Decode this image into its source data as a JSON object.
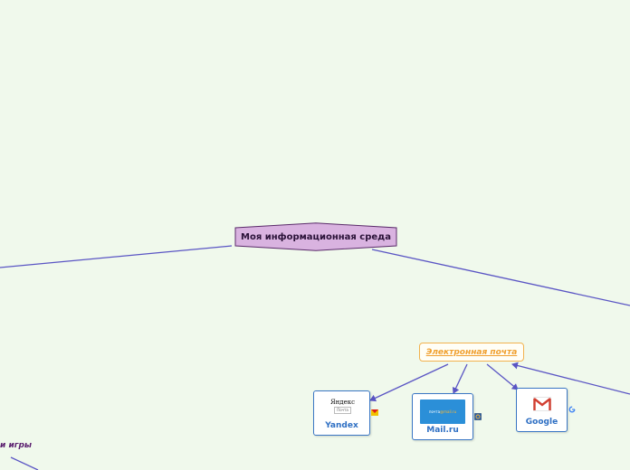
{
  "central_topic": {
    "label": "Моя информационная среда",
    "fill": "#d9b3e0",
    "border": "#5a2a6a"
  },
  "email_topic": {
    "label": "Электронная почта",
    "color": "#f0a030"
  },
  "services": [
    {
      "label": "Yandex",
      "logo_text": "Яндекс",
      "logo_sub": "Почта",
      "icon": "yandex-badge-icon"
    },
    {
      "label": "Mail.ru",
      "logo_text": "почта",
      "logo_accent": "@mail.ru",
      "icon": "mailru-badge-icon"
    },
    {
      "label": "Google",
      "icon": "gmail-icon",
      "badge_icon": "google-g-icon"
    }
  ],
  "partial_topic": {
    "label": "и игры"
  },
  "colors": {
    "background": "#f0f9ec",
    "connector": "#5a55c4",
    "card_border": "#3a76c4",
    "card_text": "#2e6fc3"
  }
}
